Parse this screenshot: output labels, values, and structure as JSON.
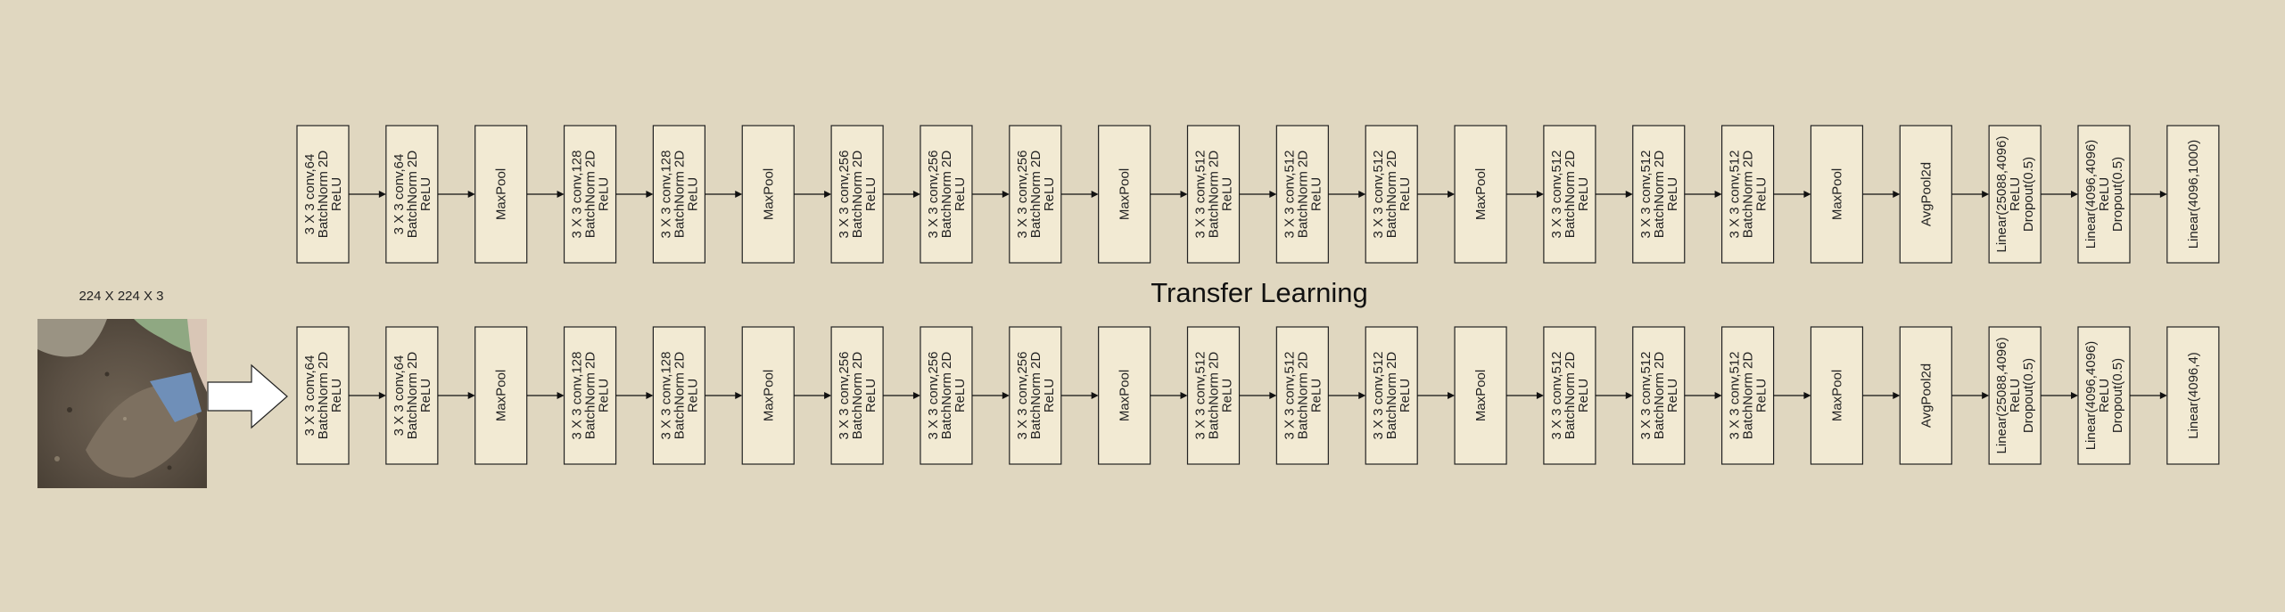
{
  "title": "Transfer Learning",
  "input": {
    "label": "224 X 224 X 3",
    "image_name": "soil-sample-photo"
  },
  "colors": {
    "background": "#e0d7c0",
    "box_fill": "#f2ead3",
    "stroke": "#222222"
  },
  "top_row": [
    [
      "3 X 3 conv,64",
      "BatchNorm 2D",
      "ReLU"
    ],
    [
      "3 X 3 conv,64",
      "BatchNorm 2D",
      "ReLU"
    ],
    [
      "MaxPool"
    ],
    [
      "3 X 3 conv,128",
      "BatchNorm 2D",
      "ReLU"
    ],
    [
      "3 X 3 conv,128",
      "BatchNorm 2D",
      "ReLU"
    ],
    [
      "MaxPool"
    ],
    [
      "3 X 3 conv,256",
      "BatchNorm 2D",
      "ReLU"
    ],
    [
      "3 X 3 conv,256",
      "BatchNorm 2D",
      "ReLU"
    ],
    [
      "3 X 3 conv,256",
      "BatchNorm 2D",
      "ReLU"
    ],
    [
      "MaxPool"
    ],
    [
      "3 X 3 conv,512",
      "BatchNorm 2D",
      "ReLU"
    ],
    [
      "3 X 3 conv,512",
      "BatchNorm 2D",
      "ReLU"
    ],
    [
      "3 X 3 conv,512",
      "BatchNorm 2D",
      "ReLU"
    ],
    [
      "MaxPool"
    ],
    [
      "3 X 3 conv,512",
      "BatchNorm 2D",
      "ReLU"
    ],
    [
      "3 X 3 conv,512",
      "BatchNorm 2D",
      "ReLU"
    ],
    [
      "3 X 3 conv,512",
      "BatchNorm 2D",
      "ReLU"
    ],
    [
      "MaxPool"
    ],
    [
      "AvgPool2d"
    ],
    [
      "Linear(25088,4096)",
      "ReLU",
      "Dropout(0.5)"
    ],
    [
      "Linear(4096,4096)",
      "ReLU",
      "Dropout(0.5)"
    ],
    [
      "Linear(4096,1000)"
    ]
  ],
  "bottom_row": [
    [
      "3 X 3 conv,64",
      "BatchNorm 2D",
      "ReLU"
    ],
    [
      "3 X 3 conv,64",
      "BatchNorm 2D",
      "ReLU"
    ],
    [
      "MaxPool"
    ],
    [
      "3 X 3 conv,128",
      "BatchNorm 2D",
      "ReLU"
    ],
    [
      "3 X 3 conv,128",
      "BatchNorm 2D",
      "ReLU"
    ],
    [
      "MaxPool"
    ],
    [
      "3 X 3 conv,256",
      "BatchNorm 2D",
      "ReLU"
    ],
    [
      "3 X 3 conv,256",
      "BatchNorm 2D",
      "ReLU"
    ],
    [
      "3 X 3 conv,256",
      "BatchNorm 2D",
      "ReLU"
    ],
    [
      "MaxPool"
    ],
    [
      "3 X 3 conv,512",
      "BatchNorm 2D",
      "ReLU"
    ],
    [
      "3 X 3 conv,512",
      "BatchNorm 2D",
      "ReLU"
    ],
    [
      "3 X 3 conv,512",
      "BatchNorm 2D",
      "ReLU"
    ],
    [
      "MaxPool"
    ],
    [
      "3 X 3 conv,512",
      "BatchNorm 2D",
      "ReLU"
    ],
    [
      "3 X 3 conv,512",
      "BatchNorm 2D",
      "ReLU"
    ],
    [
      "3 X 3 conv,512",
      "BatchNorm 2D",
      "ReLU"
    ],
    [
      "MaxPool"
    ],
    [
      "AvgPool2d"
    ],
    [
      "Linear(25088,4096)",
      "ReLU",
      "Dropout(0.5)"
    ],
    [
      "Linear(4096,4096)",
      "ReLU",
      "Dropout(0.5)"
    ],
    [
      "Linear(4096,4)"
    ]
  ]
}
